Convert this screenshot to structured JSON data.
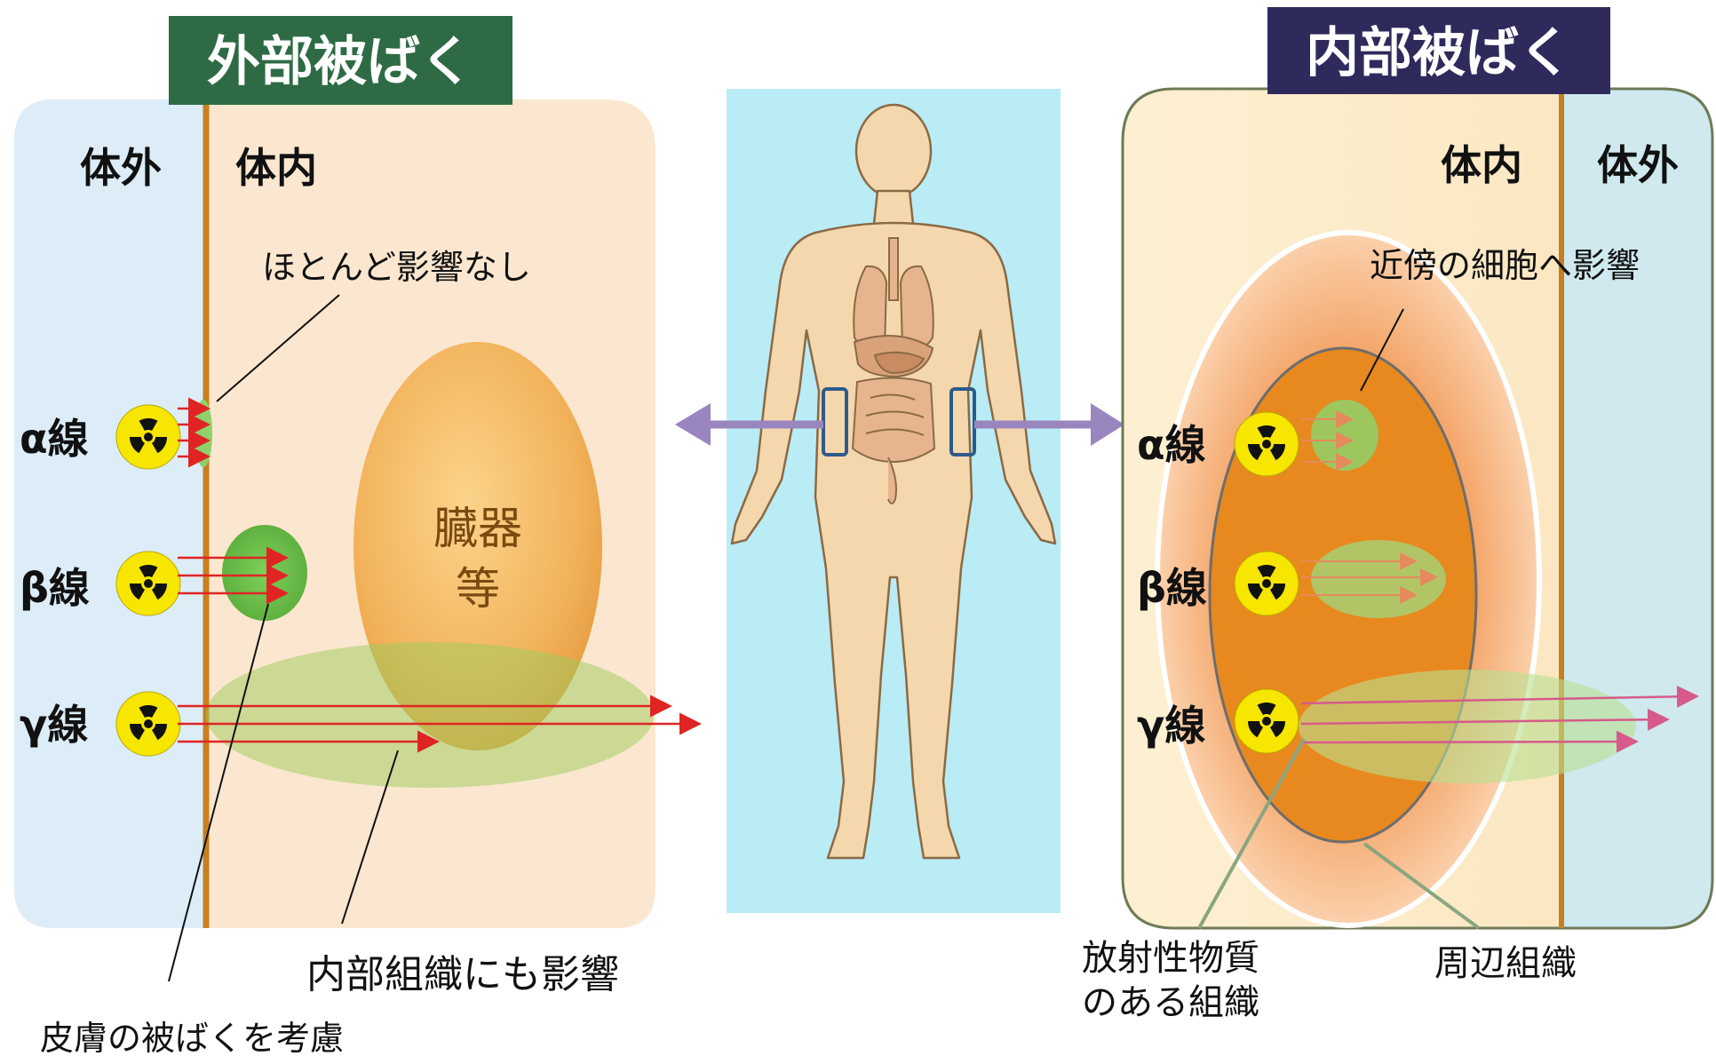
{
  "external": {
    "title": "外部被ばく",
    "label_outside": "体外",
    "label_inside": "体内",
    "organ_line1": "臓器",
    "organ_line2": "等",
    "callout_surface": "ほとんど影響なし",
    "callout_skin": "皮膚の被ばくを考慮",
    "callout_internal": "内部組織にも影響",
    "rays": [
      "α線",
      "β線",
      "γ線"
    ]
  },
  "internal": {
    "title": "内部被ばく",
    "label_inside": "体内",
    "label_outside": "体外",
    "callout_nearby": "近傍の細胞へ影響",
    "callout_source_line1": "放射性物質",
    "callout_source_line2": "のある組織",
    "callout_surrounding": "周辺組織",
    "rays": [
      "α線",
      "β線",
      "γ線"
    ]
  },
  "icons": {
    "radiation": "radiation-trefoil-icon",
    "body": "human-body-anatomy-icon",
    "arrow": "double-headed-arrow-icon"
  },
  "colors": {
    "external_title_bg": "#2e6b45",
    "internal_title_bg": "#2f2a5c",
    "outside_bg": "#dcedf8",
    "inside_bg": "#fbe7cf",
    "organ": "#f2b25a",
    "source_tissue": "#e8891f",
    "effect_green": "#6cbf4a",
    "ray_red": "#e02424",
    "skin_line": "#c8801f",
    "body_panel": "#b9ecf5",
    "arrow_purple": "#9a86bf"
  }
}
